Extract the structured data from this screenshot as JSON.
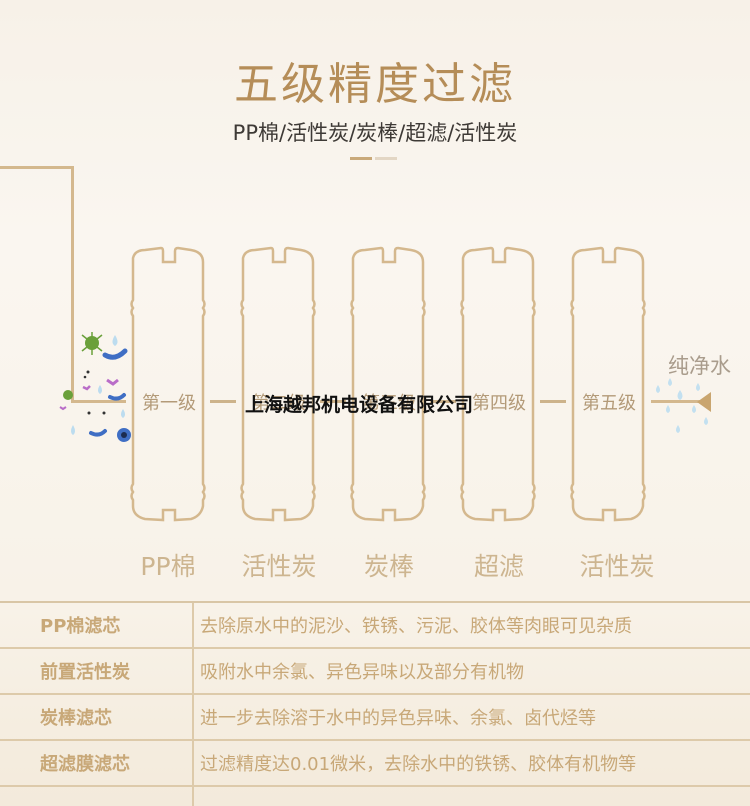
{
  "header": {
    "title": "五级精度过滤",
    "subtitle": "PP棉/活性炭/炭棒/超滤/活性炭"
  },
  "diagram": {
    "stages": [
      {
        "label": "第一级",
        "filter": "PP棉"
      },
      {
        "label": "第二级",
        "filter": "活性炭"
      },
      {
        "label": "第三级",
        "filter": "炭棒"
      },
      {
        "label": "第四级",
        "filter": "超滤"
      },
      {
        "label": "第五级",
        "filter": "活性炭"
      }
    ],
    "outlet_label": "纯净水",
    "watermark": "上海越邦机电设备有限公司"
  },
  "colors": {
    "accent": "#b58d58",
    "outline": "#d4b88e",
    "text_dark": "#3e3a36"
  },
  "table": {
    "rows": [
      {
        "name": "PP棉滤芯",
        "desc": "去除原水中的泥沙、铁锈、污泥、胶体等肉眼可见杂质"
      },
      {
        "name": "前置活性炭",
        "desc": "吸附水中余氯、异色异味以及部分有机物"
      },
      {
        "name": "炭棒滤芯",
        "desc": "进一步去除溶于水中的异色异味、余氯、卤代烃等"
      },
      {
        "name": "超滤膜滤芯",
        "desc": "过滤精度达0.01微米，去除水中的铁锈、胶体有机物等"
      }
    ]
  }
}
